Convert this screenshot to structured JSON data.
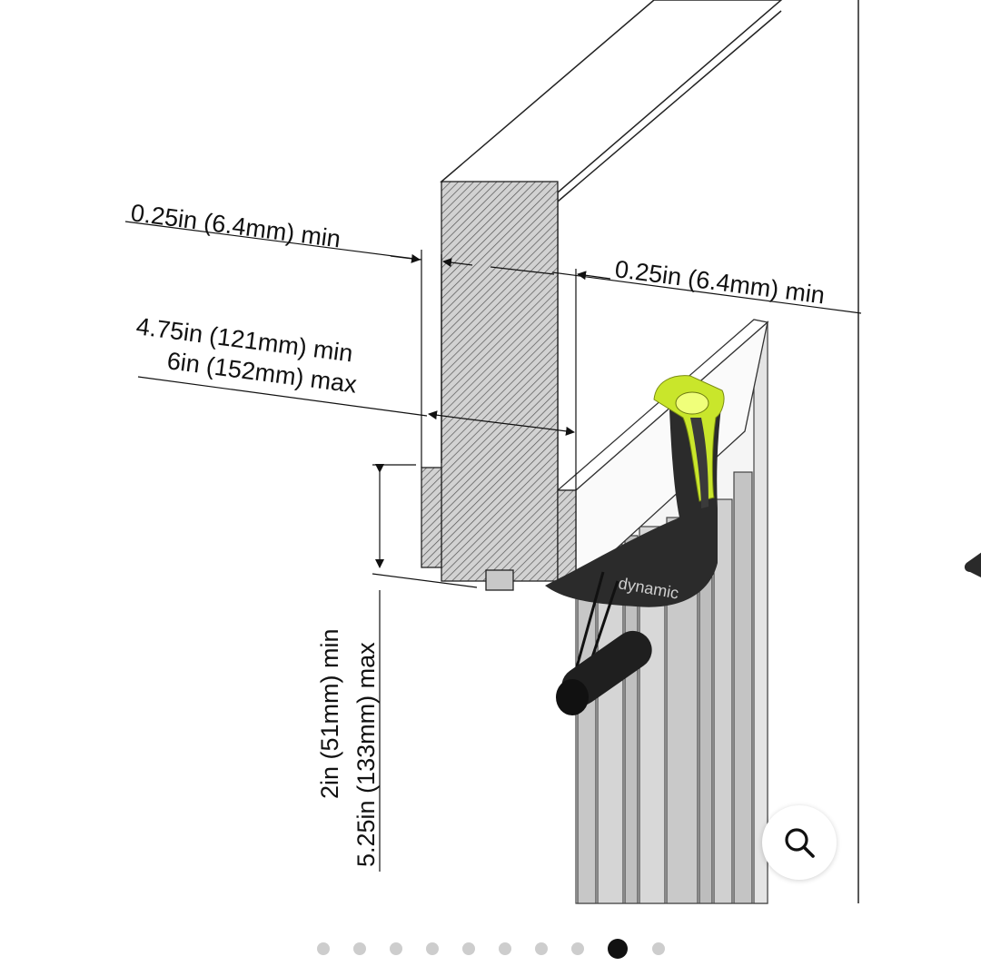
{
  "dimensions": {
    "top_left": "0.25in (6.4mm) min",
    "top_right": "0.25in (6.4mm) min",
    "width_min": "4.75in (121mm) min",
    "width_max": "6in (152mm) max",
    "height_min": "2in (51mm) min",
    "height_max": "5.25in (133mm) max"
  },
  "product": {
    "brand": "dynamic"
  },
  "zoom": {
    "icon": "magnifier-icon"
  },
  "carousel": {
    "count": 10,
    "active_index": 8
  },
  "colors": {
    "accent": "#c9e62b",
    "device_dark": "#2b2b2b",
    "active_dot": "#111111",
    "inactive_dot": "#cdcdcd"
  }
}
